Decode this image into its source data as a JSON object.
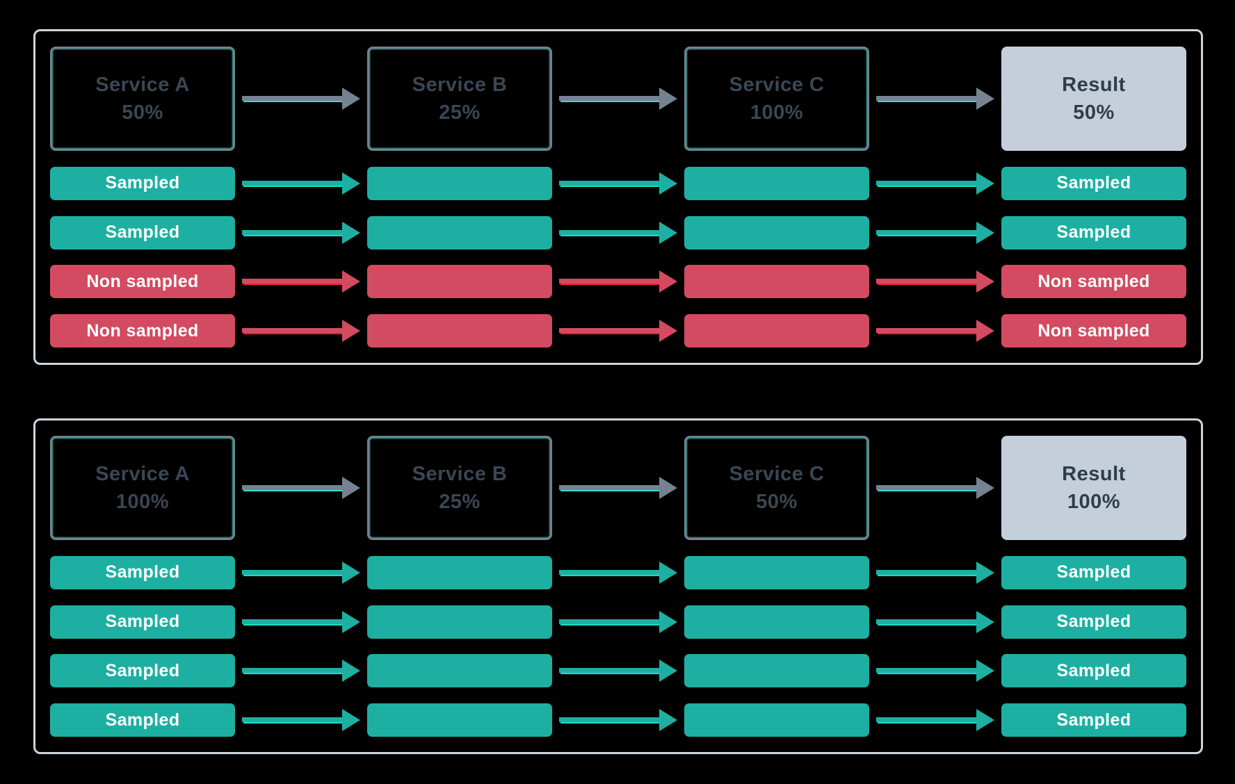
{
  "colors": {
    "background": "#000000",
    "panel_border": "#cdd5de",
    "node_border": "#75818e",
    "node_accent": "rgba(47,224,210,0.55)",
    "service_text": "#3a4754",
    "result_bg": "#c5cfd9",
    "result_text": "#2e3d4c",
    "arrow_gray": "#76828f",
    "accent_cyan": "#2fe0d2",
    "sampled": "#1db0a2",
    "sampled_bright": "#12e2c8",
    "non_sampled": "#d34b60",
    "non_sampled_bright": "#fb1b3c",
    "bar_text": "#ffffff"
  },
  "panels": [
    {
      "name": "scenario-head-sampling-50",
      "nodes": [
        {
          "label": "Service A",
          "rate": "50%",
          "kind": "service"
        },
        {
          "label": "Service B",
          "rate": "25%",
          "kind": "service"
        },
        {
          "label": "Service C",
          "rate": "100%",
          "kind": "service"
        },
        {
          "label": "Result",
          "rate": "50%",
          "kind": "result"
        }
      ],
      "rows": [
        {
          "status": "Sampled",
          "kind": "sampled"
        },
        {
          "status": "Sampled",
          "kind": "sampled"
        },
        {
          "status": "Non sampled",
          "kind": "non-sampled"
        },
        {
          "status": "Non sampled",
          "kind": "non-sampled"
        }
      ]
    },
    {
      "name": "scenario-head-sampling-100",
      "nodes": [
        {
          "label": "Service A",
          "rate": "100%",
          "kind": "service"
        },
        {
          "label": "Service B",
          "rate": "25%",
          "kind": "service"
        },
        {
          "label": "Service C",
          "rate": "50%",
          "kind": "service"
        },
        {
          "label": "Result",
          "rate": "100%",
          "kind": "result"
        }
      ],
      "rows": [
        {
          "status": "Sampled",
          "kind": "sampled"
        },
        {
          "status": "Sampled",
          "kind": "sampled"
        },
        {
          "status": "Sampled",
          "kind": "sampled"
        },
        {
          "status": "Sampled",
          "kind": "sampled"
        }
      ]
    }
  ]
}
